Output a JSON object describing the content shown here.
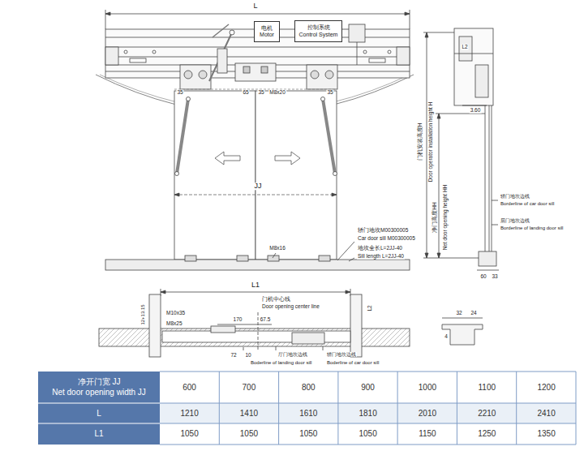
{
  "diagram": {
    "nodes": [
      {
        "text": [
          "电机",
          "Motor"
        ]
      },
      {
        "text": [
          "控制系统",
          "Control System"
        ]
      }
    ],
    "labels": [
      "L",
      "35",
      "65",
      "35",
      "M8x20",
      "35",
      "JJ",
      "M8x16",
      "轿门地坎M00300005",
      "Car door sill M00300005",
      "地坎全长L=2JJ-40",
      "Sill length L=2JJ-40",
      "L2",
      "3.60",
      "门机安装高度H",
      "Door operator installation height H",
      "净门高度HH",
      "Net door opening height HH",
      "轿门地坎边线",
      "Borderline of car door sill",
      "层门地坎边线",
      "Borderline of landing door sill",
      "60",
      "33",
      "L1",
      "M10x35",
      "M8x25",
      "12+13.15",
      "门机中心线",
      "Door opening center line",
      "170",
      "67.5",
      "72",
      "10",
      "厅门地坎边线",
      "Boderline of landing door sill",
      "轿门地坎边线",
      "Boderline of car door sill",
      "L2",
      "4",
      "32",
      "24",
      "净开门宽 JJ",
      "Net door opening width JJ",
      "600",
      "700",
      "800",
      "900",
      "1000",
      "1100",
      "1200",
      "L",
      "1210",
      "1410",
      "1610",
      "1810",
      "2010",
      "2210",
      "2410",
      "L1",
      "1050",
      "1050",
      "1050",
      "1050",
      "1150",
      "1250",
      "1350"
    ]
  }
}
